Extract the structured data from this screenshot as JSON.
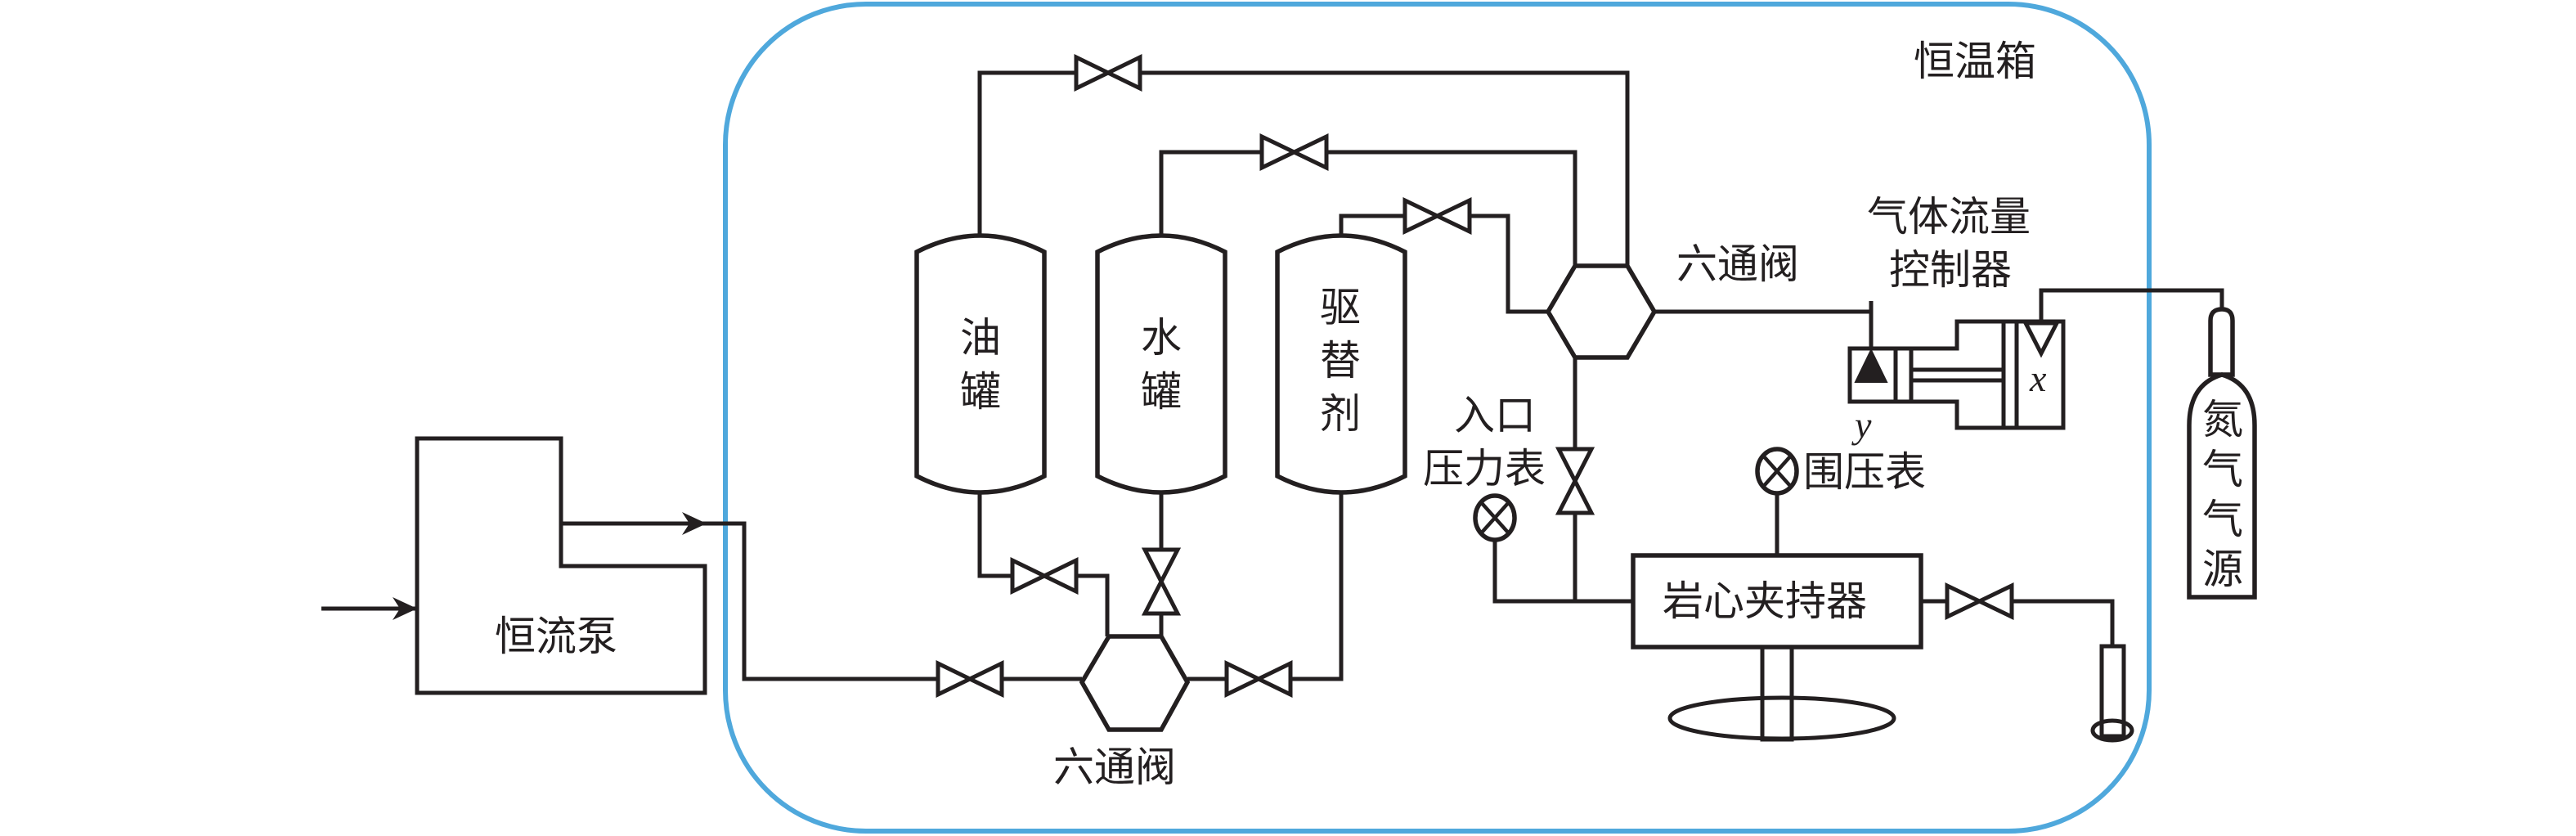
{
  "figure": {
    "type": "experimental-apparatus-schematic",
    "colors": {
      "line": "#231f20",
      "enclosure_outline": "#4fa8dc",
      "background": "#ffffff"
    }
  },
  "labels": {
    "thermostat_box": "恒温箱",
    "constant_flow_pump": "恒流泵",
    "oil_tank": [
      "油",
      "罐"
    ],
    "water_tank": [
      "水",
      "罐"
    ],
    "displacement_agent_tank": [
      "驱",
      "替",
      "剂"
    ],
    "six_way_valve_bottom": "六通阀",
    "six_way_valve_top": "六通阀",
    "gas_flow_controller": [
      "气体流量",
      "控制器"
    ],
    "inlet_pressure_gauge": [
      "入口",
      "压力表"
    ],
    "confining_pressure_gauge": "围压表",
    "core_holder": "岩心夹持器",
    "nitrogen_source": [
      "氮",
      "气",
      "气",
      "源"
    ],
    "axis_x": "x",
    "axis_y": "y"
  },
  "components": [
    {
      "id": "pump",
      "label_key": "constant_flow_pump",
      "icon": "pump-block"
    },
    {
      "id": "oil-tank",
      "label_key": "oil_tank",
      "icon": "vessel"
    },
    {
      "id": "water-tank",
      "label_key": "water_tank",
      "icon": "vessel"
    },
    {
      "id": "displacement-tank",
      "label_key": "displacement_agent_tank",
      "icon": "vessel"
    },
    {
      "id": "six-way-valve-bottom",
      "label_key": "six_way_valve_bottom",
      "icon": "hexagon"
    },
    {
      "id": "six-way-valve-top",
      "label_key": "six_way_valve_top",
      "icon": "hexagon"
    },
    {
      "id": "gas-flow-controller",
      "label_key": "gas_flow_controller",
      "icon": "mass-flow-controller"
    },
    {
      "id": "nitrogen-cylinder",
      "label_key": "nitrogen_source",
      "icon": "gas-cylinder"
    },
    {
      "id": "core-holder",
      "label_key": "core_holder",
      "icon": "rectangle"
    },
    {
      "id": "inlet-gauge",
      "label_key": "inlet_pressure_gauge",
      "icon": "gauge-circle-x"
    },
    {
      "id": "confining-gauge",
      "label_key": "confining_pressure_gauge",
      "icon": "gauge-circle-x"
    },
    {
      "id": "collector-tube",
      "label_key": null,
      "icon": "test-tube"
    },
    {
      "id": "enclosure",
      "label_key": "thermostat_box",
      "icon": "rounded-rectangle"
    }
  ],
  "valves": [
    {
      "id": "valve-oil-top",
      "orientation": "horizontal"
    },
    {
      "id": "valve-water-top",
      "orientation": "horizontal"
    },
    {
      "id": "valve-displacer-top",
      "orientation": "horizontal"
    },
    {
      "id": "valve-oil-bottom",
      "orientation": "horizontal"
    },
    {
      "id": "valve-water-bottom",
      "orientation": "vertical"
    },
    {
      "id": "valve-pump-inlet",
      "orientation": "horizontal"
    },
    {
      "id": "valve-displacer-bottom",
      "orientation": "horizontal"
    },
    {
      "id": "valve-inlet-line",
      "orientation": "vertical"
    },
    {
      "id": "valve-outlet",
      "orientation": "horizontal"
    }
  ]
}
